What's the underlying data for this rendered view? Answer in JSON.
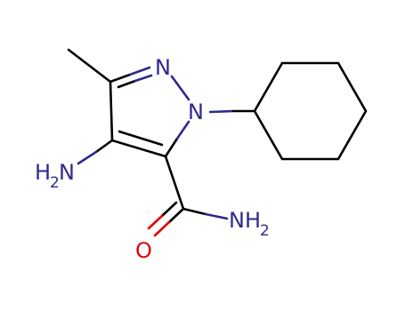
{
  "molecule": {
    "labels": {
      "n_ring_top": "N",
      "n_ring_sub": "N",
      "amine_h": "H",
      "amine_h_sub": "2",
      "amine_n": "N",
      "amide_n": "NH",
      "amide_n_sub": "2",
      "carbonyl_o": "O"
    },
    "colors": {
      "bond": "#000000",
      "nitrogen": "#2e2a8c",
      "oxygen": "#e00000",
      "background": "#ffffff"
    }
  }
}
